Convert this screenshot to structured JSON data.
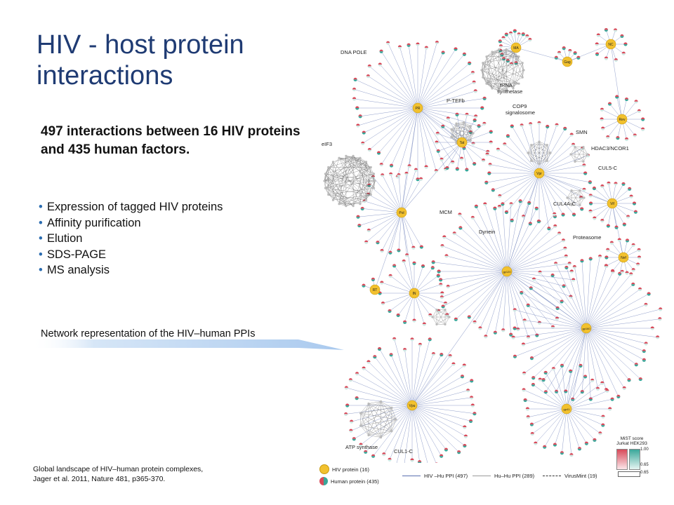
{
  "slide": {
    "title": "HIV - host protein interactions",
    "subtitle": "497 interactions between 16 HIV proteins and 435 human factors.",
    "bullets": [
      "Expression of tagged HIV proteins",
      "Affinity purification",
      "Elution",
      "SDS-PAGE",
      "MS analysis"
    ],
    "callout": "Network representation of the HIV–human PPIs",
    "citation_line1": "Global landscape of HIV–human protein complexes,",
    "citation_line2": "Jager et al. 2011, Nature 481, p365-370."
  },
  "network": {
    "hiv_nodes": [
      {
        "id": "PR",
        "label": "PR"
      },
      {
        "id": "Pol",
        "label": "Pol"
      },
      {
        "id": "Tat",
        "label": "Tat"
      },
      {
        "id": "MA",
        "label": "MA"
      },
      {
        "id": "Gag",
        "label": "Gag"
      },
      {
        "id": "NC",
        "label": "NC"
      },
      {
        "id": "Rev",
        "label": "Rev"
      },
      {
        "id": "Vpr",
        "label": "Vpr"
      },
      {
        "id": "Vif",
        "label": "Vif"
      },
      {
        "id": "Nef",
        "label": "Nef"
      },
      {
        "id": "RT",
        "label": "RT"
      },
      {
        "id": "IN",
        "label": "IN"
      },
      {
        "id": "gp120",
        "label": "gp120"
      },
      {
        "id": "gp160",
        "label": "gp160"
      },
      {
        "id": "Vpu",
        "label": "Vpu"
      },
      {
        "id": "gp41",
        "label": "gp41"
      }
    ],
    "complex_labels": {
      "dna_pole": "DNA POLE",
      "trna": "tRNA",
      "trna2": "synthetase",
      "ptefb": "P-TEFb",
      "cop9": "COP9",
      "cop9b": "signalosome",
      "smn": "SMN",
      "eif3": "eIF3",
      "hdac": "HDAC3/NCOR1",
      "cul5": "CUL5-C",
      "mcm": "MCM",
      "dynein": "Dynein",
      "cul4a": "CUL4A-C",
      "proteasome": "Proteasome",
      "atp": "ATP synthase",
      "cul1": "CUL1-C"
    }
  },
  "legend": {
    "hiv_protein": "HIV protein (16)",
    "human_protein": "Human protein (435)",
    "hiv_hu_ppi": "HIV –Hu PPI (497)",
    "hu_hu_ppi": "Hu–Hu PPI (289)",
    "virusmint": "VirusMint (19)",
    "mist_title1": "MiST score",
    "mist_title2": "Jurkat HEK293",
    "mist_max": "1.00",
    "mist_mid": "0.65",
    "mist_min": "0.65"
  },
  "colors": {
    "title": "#1f3b73",
    "hiv_node": "#f2c12e",
    "human_red": "#d84a5a",
    "human_teal": "#3aa79a",
    "edge": "#5a6fb0",
    "callout_arrow": "#bcd6f2"
  }
}
